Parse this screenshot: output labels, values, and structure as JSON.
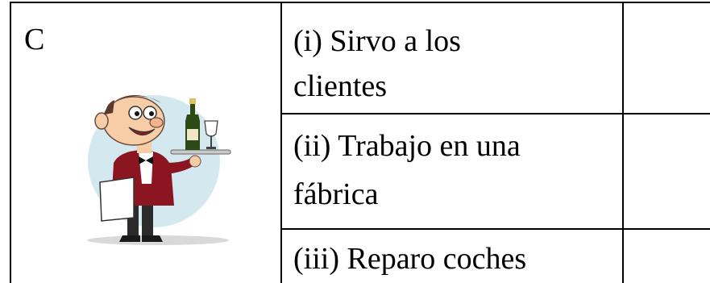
{
  "row_letter": "C",
  "illustration": {
    "subject": "cartoon waiter holding a tray with a wine bottle and a wine glass",
    "colors": {
      "background_circle": "#d3e9ef",
      "jacket": "#8c1522",
      "bottle": "#2c4a16",
      "skin": "#f6cda7",
      "hair": "#5a3a2a",
      "tray": "#c9c9c9"
    }
  },
  "options": [
    {
      "numeral": "(i)",
      "line1": "(i) Sirvo a los",
      "line2": "clientes"
    },
    {
      "numeral": "(ii)",
      "line1": "(ii) Trabajo en una",
      "line2": "fábrica"
    },
    {
      "numeral": "(iii)",
      "line1": "(iii) Reparo coches",
      "line2": ""
    }
  ]
}
